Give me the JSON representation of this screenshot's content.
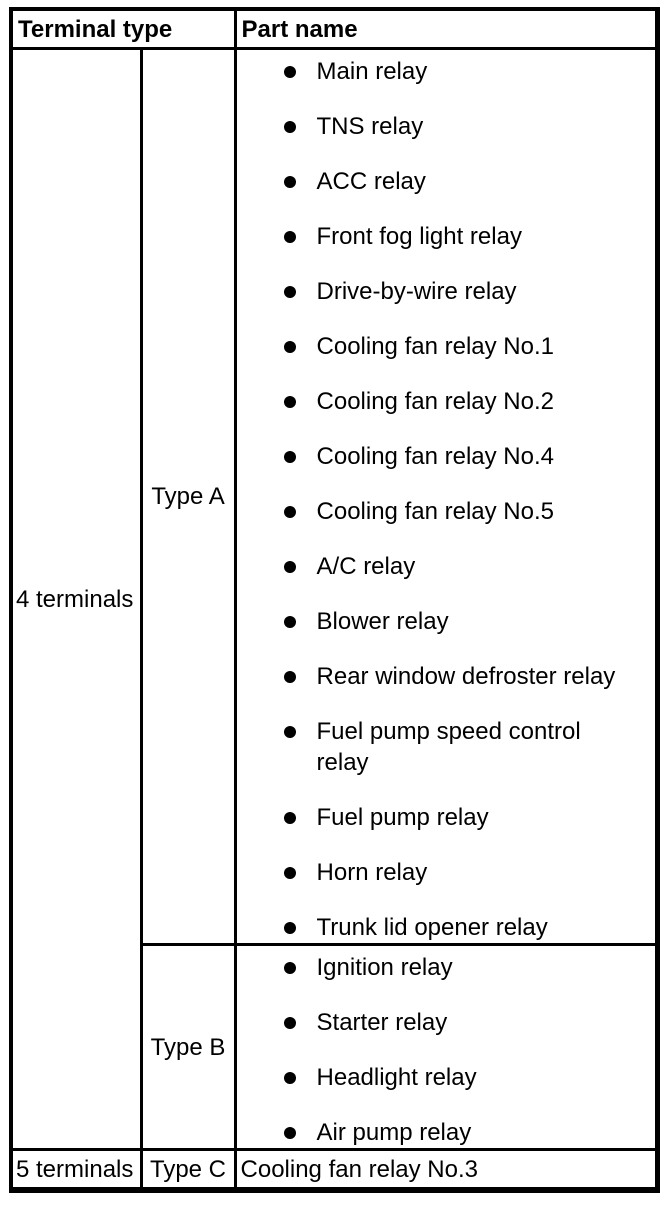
{
  "colors": {
    "border": "#000000",
    "background": "#ffffff",
    "text": "#000000"
  },
  "table": {
    "header": {
      "terminal_type_label": "Terminal type",
      "part_name_label": "Part name"
    },
    "rows": [
      {
        "terminal": "4 terminals",
        "types": [
          {
            "type": "Type A",
            "parts": [
              "Main relay",
              "TNS relay",
              "ACC relay",
              "Front fog light relay",
              "Drive-by-wire relay",
              "Cooling fan relay No.1",
              "Cooling fan relay No.2",
              "Cooling fan relay No.4",
              "Cooling fan relay No.5",
              "A/C relay",
              "Blower relay",
              "Rear window defroster relay",
              "Fuel pump speed control relay",
              "Fuel pump relay",
              "Horn relay",
              "Trunk lid opener relay"
            ]
          },
          {
            "type": "Type B",
            "parts": [
              "Ignition relay",
              "Starter relay",
              "Headlight relay",
              "Air pump relay"
            ]
          }
        ]
      },
      {
        "terminal": "5 terminals",
        "types": [
          {
            "type": "Type C",
            "part_plain": "Cooling fan relay No.3"
          }
        ]
      }
    ]
  }
}
